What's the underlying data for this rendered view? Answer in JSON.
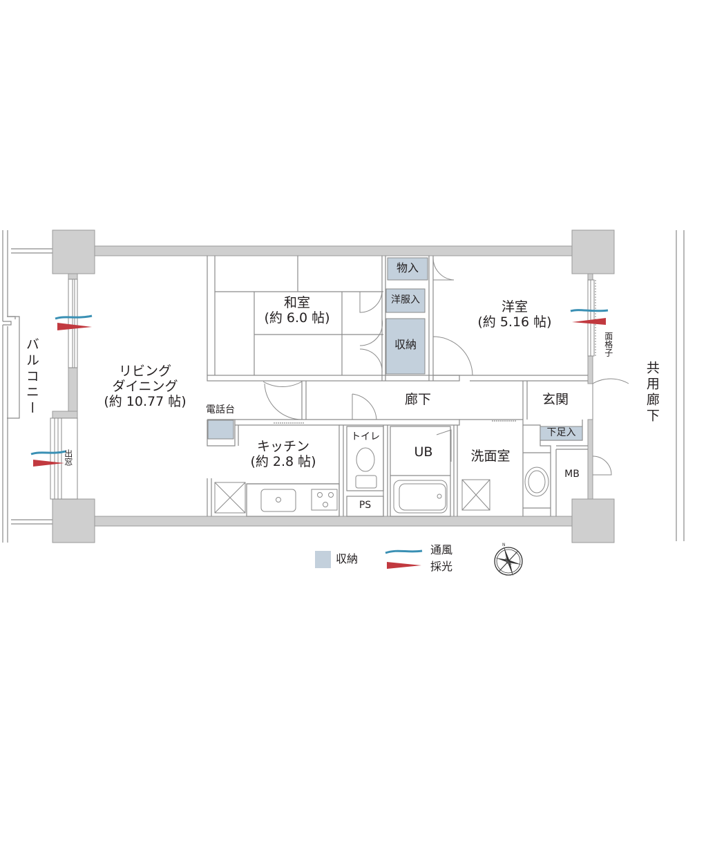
{
  "rooms": {
    "living": {
      "name1": "リビング",
      "name2": "ダイニング",
      "size": "(約 10.77 帖)"
    },
    "washitsu": {
      "name": "和室",
      "size": "(約 6.0 帖)"
    },
    "youshitsu": {
      "name": "洋室",
      "size": "(約 5.16 帖)"
    },
    "kitchen": {
      "name": "キッチン",
      "size": "(約 2.8 帖)"
    },
    "hallway": "廊下",
    "entrance": "玄関",
    "toilet": "トイレ",
    "ub": "UB",
    "washroom": "洗面室",
    "ps": "PS",
    "mb": "MB"
  },
  "storage": {
    "monoire": "物入",
    "youfukuire": "洋服入",
    "shuunou": "収納",
    "gesokuire": "下足入",
    "denwadai": "電話台"
  },
  "exterior": {
    "balcony": "バルコニー",
    "common_corridor": "共用廊下",
    "bay_window": "出窓",
    "lattice": "面格子"
  },
  "legend": {
    "storage": "収納",
    "ventilation": "通風",
    "daylight": "採光"
  },
  "colors": {
    "wall": "#cfcfcf",
    "storage": "#c3d0dc",
    "ventilation": "#3a90b4",
    "daylight": "#c1393f"
  }
}
